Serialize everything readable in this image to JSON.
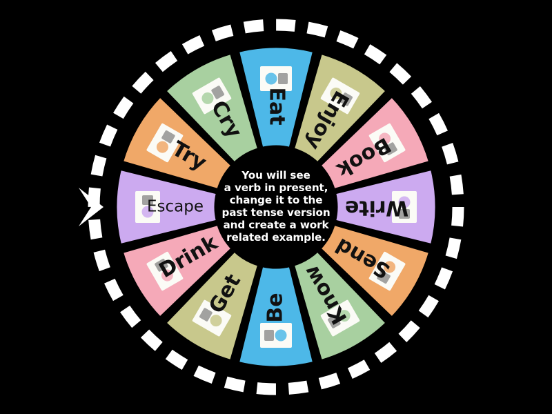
{
  "background_color": "#000000",
  "wheel": {
    "name": "verb-tense-spinner-wheel",
    "hub": {
      "background_color": "#000000",
      "text_color": "#ffffff",
      "text": "You will see\na verb in present,\nchange it to the\npast tense version\nand create a work\nrelated example."
    },
    "outer_ring": {
      "style": "dashed",
      "color": "#ffffff",
      "dash_count": 36
    },
    "pointer": {
      "icon": "chevron-right-icon",
      "color": "#ffffff",
      "position": "left"
    },
    "segment_count": 12,
    "segments": [
      {
        "label": "Eat",
        "color": "#4db8e8",
        "icon": "pizza-eating-image",
        "index": 1
      },
      {
        "label": "Enjoy",
        "color": "#c8c88c",
        "icon": "child-playing-image",
        "index": 2
      },
      {
        "label": "Book",
        "color": "#f5a9b8",
        "icon": "calendar-booking-image",
        "index": 3
      },
      {
        "label": "Write",
        "color": "#ccaaf0",
        "icon": "quill-pen-image",
        "index": 4
      },
      {
        "label": "Send",
        "color": "#f0a868",
        "icon": "envelope-send-image",
        "index": 5
      },
      {
        "label": "Know",
        "color": "#a8d0a0",
        "icon": "wise-scholar-image",
        "index": 6
      },
      {
        "label": "Be",
        "color": "#4db8e8",
        "icon": "brown-mitten-image",
        "index": 7
      },
      {
        "label": "Get",
        "color": "#c8c88c",
        "icon": "child-gift-bed-image",
        "index": 8
      },
      {
        "label": "Drink",
        "color": "#f5a9b8",
        "icon": "child-drinking-image",
        "index": 9
      },
      {
        "label": "Escape",
        "color": "#ccaaf0",
        "icon": "exit-sign-image",
        "index": 10
      },
      {
        "label": "Try",
        "color": "#f0a868",
        "icon": "person-trying-image",
        "index": 11
      },
      {
        "label": "Cry",
        "color": "#a8d0a0",
        "icon": "crying-face-image",
        "index": 12
      }
    ]
  }
}
